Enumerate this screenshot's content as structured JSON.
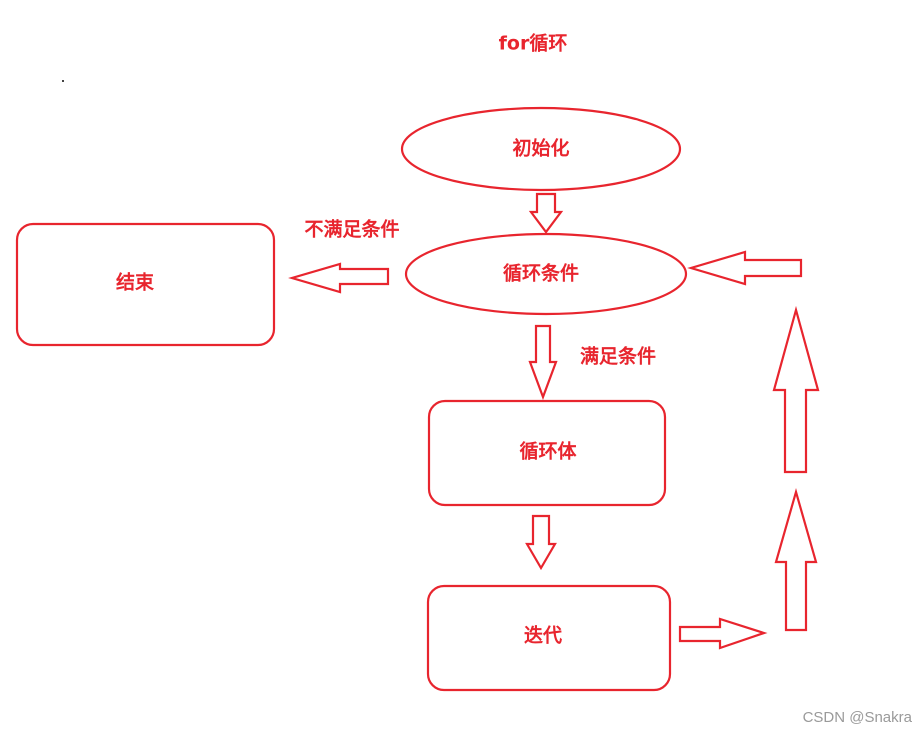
{
  "title": "for循环",
  "nodes": {
    "init": "初始化",
    "condition": "循环条件",
    "body": "循环体",
    "iterate": "迭代",
    "end": "结束"
  },
  "edges": {
    "not_satisfied": "不满足条件",
    "satisfied": "满足条件"
  },
  "watermark": "CSDN @Snakra",
  "colors": {
    "stroke": "#e8252e",
    "text": "#e8252e",
    "background": "#ffffff"
  }
}
